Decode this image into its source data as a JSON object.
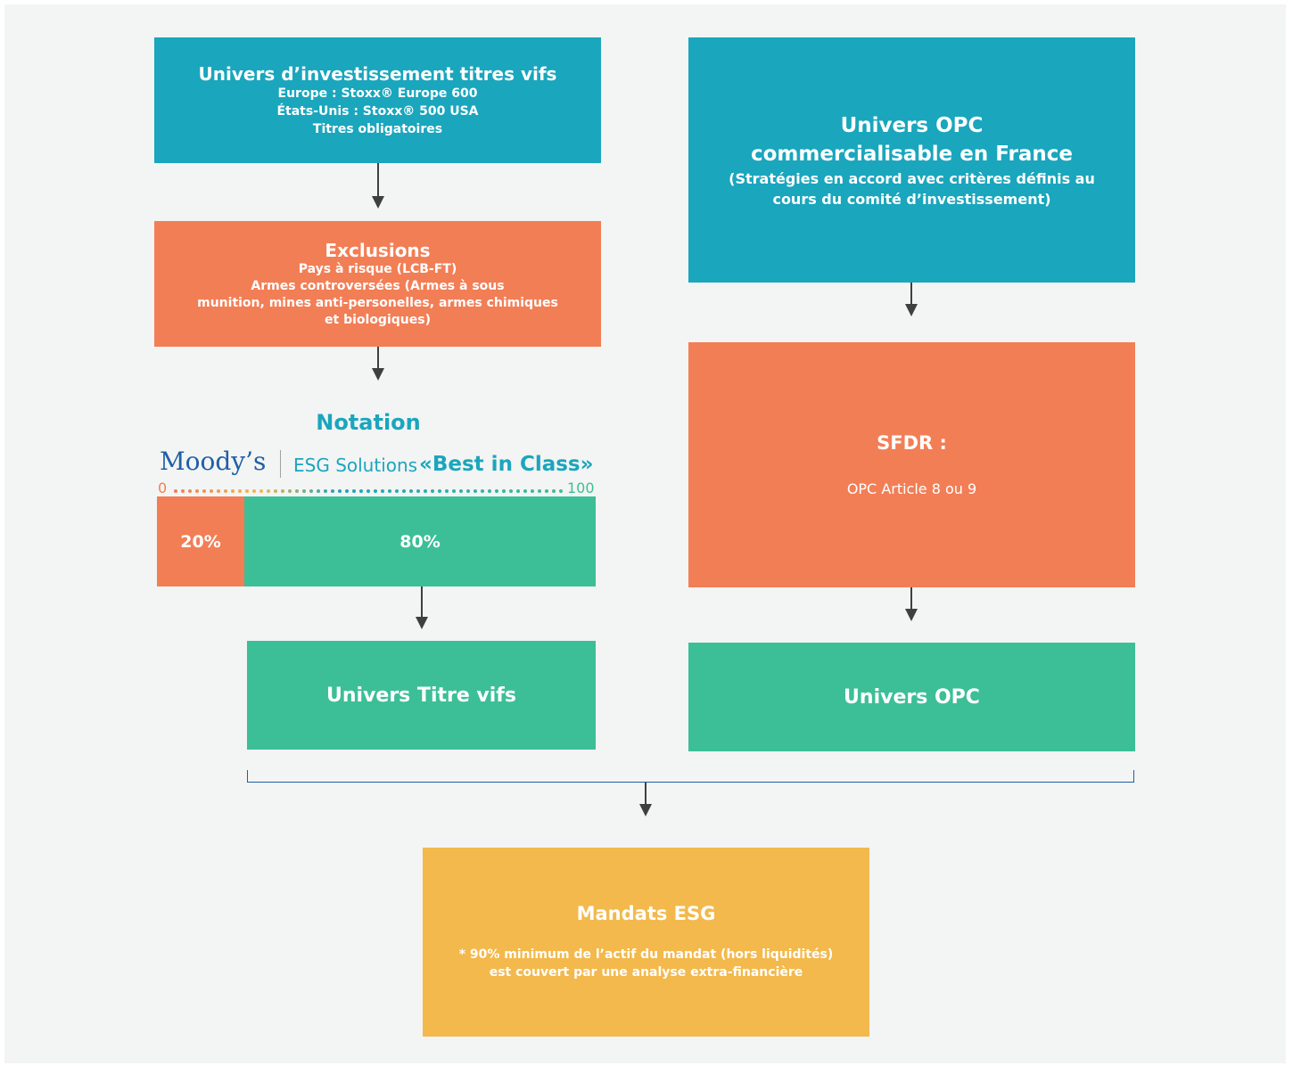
{
  "left": {
    "universe": {
      "title": "Univers d’investissement titres vifs",
      "lines": [
        "Europe : Stoxx® Europe 600",
        "États-Unis : Stoxx® 500 USA",
        "Titres obligatoires"
      ]
    },
    "exclusions": {
      "title": "Exclusions",
      "lines": [
        "Pays à risque (LCB-FT)",
        "Armes controversées (Armes à sous",
        "munition, mines anti-personelles, armes chimiques",
        "et biologiques)"
      ]
    },
    "notation": {
      "title": "Notation",
      "brand": "Moody’s",
      "brand_sub": "ESG Solutions",
      "method": "«Best in Class»",
      "scale_min": "0",
      "scale_max": "100",
      "excluded_label": "20%",
      "retained_label": "80%",
      "excluded_share": 0.2,
      "retained_share": 0.8
    },
    "result": "Univers Titre vifs"
  },
  "right": {
    "universe": {
      "title_line1": "Univers OPC",
      "title_line2": "commercialisable en France",
      "sub_line1": "(Stratégies en accord avec critères définis au",
      "sub_line2": "cours du comité d’investissement)"
    },
    "sfdr": {
      "title": "SFDR :",
      "text": "OPC Article 8 ou 9"
    },
    "result": "Univers OPC"
  },
  "final": {
    "title": "Mandats ESG",
    "note_line1": "* 90% minimum de l’actif du mandat (hors liquidités)",
    "note_line2": "est couvert par une analyse extra-financière"
  },
  "colors": {
    "teal": "#1aa6bd",
    "orange": "#f27e56",
    "green": "#3cbf96",
    "yellow": "#f3b94c",
    "moodys_blue": "#1f5fa6"
  }
}
